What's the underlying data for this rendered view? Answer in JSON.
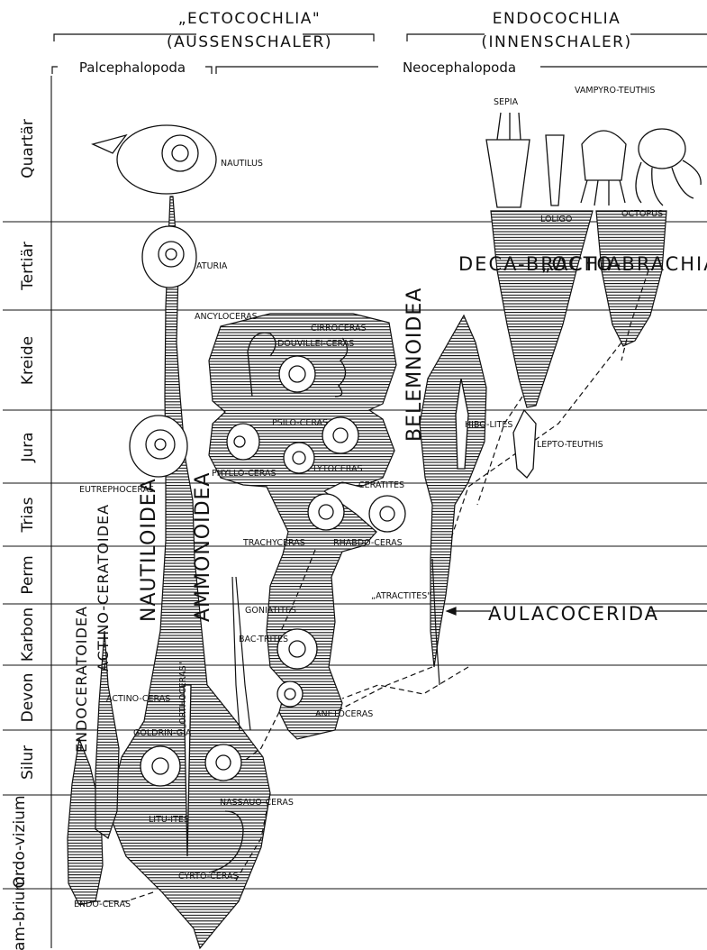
{
  "header": {
    "ecto_title": "„ECTOCOCHLIA\"",
    "ecto_sub": "(AUSSENSCHALER)",
    "endo_title": "ENDOCOCHLIA",
    "endo_sub": "(INNENSCHALER)",
    "palceph": "Palcephalopoda",
    "neoceph": "Neocephalopoda"
  },
  "periods": [
    {
      "id": "quartaer",
      "label": "Quartär"
    },
    {
      "id": "tertiaer",
      "label": "Tertiär"
    },
    {
      "id": "kreide",
      "label": "Kreide"
    },
    {
      "id": "jura",
      "label": "Jura"
    },
    {
      "id": "trias",
      "label": "Trias"
    },
    {
      "id": "perm",
      "label": "Perm"
    },
    {
      "id": "karbon",
      "label": "Karbon"
    },
    {
      "id": "devon",
      "label": "Devon"
    },
    {
      "id": "silur",
      "label": "Silur"
    },
    {
      "id": "ordovizium",
      "label": "Ordo-vizium"
    },
    {
      "id": "kambrium",
      "label": "Kam-brium"
    }
  ],
  "groups": {
    "nautiloidea": "NAUTILOIDEA",
    "ammonoidea": "AMMONOIDEA",
    "belemnoidea": "BELEMNOIDEA",
    "endoceratoidea": "ENDOCERATOIDEA",
    "actinoceratoidea": "ACTINO-CERATOIDEA",
    "aulacocerida": "AULACOCERIDA",
    "decabrachia": "DECA-BRACHIA",
    "octobrachia": "„OCTO-BRACHIA\""
  },
  "taxa": {
    "nautilus": "NAUTILUS",
    "aturia": "ATURIA",
    "eutrephoceras": "EUTREPHOCERAS",
    "ancyloceras": "ANCYLOCERAS",
    "cirroceras": "CIRROCERAS",
    "douvilleiceras": "DOUVILLEI-CERAS",
    "psiloceras": "PSILO-CERAS",
    "phylloceras": "PHYLLO-CERAS",
    "lytoceras": "LYTOCERAS",
    "ceratites": "CERATITES",
    "trachyceras": "TRACHYCERAS",
    "rhabdoceras": "RHABDO-CERAS",
    "goniatites": "GONIATITES",
    "anetoceras": "ANETOCERAS",
    "bactrites": "BAC-TRITES",
    "orthoceras": "„ORTHOCERAS\"",
    "actinoceras": "ACTINO-CERAS",
    "goldringia": "GOLDRIN-GIA",
    "lituites": "LITU-ITES",
    "nassauoceras": "NASSAUO-CERAS",
    "cyrtoceras": "CYRTO-CERAS",
    "endoceras": "ENDO-CERAS",
    "atractites": "„ATRACTITES\"",
    "hibolites": "HIBO-LITES",
    "lepto": "LEPTO-TEUTHIS",
    "sepia": "SEPIA",
    "vampyro": "VAMPYRO-TEUTHIS",
    "loligo": "LOLIGO",
    "octopus": "OCTOPUS"
  }
}
